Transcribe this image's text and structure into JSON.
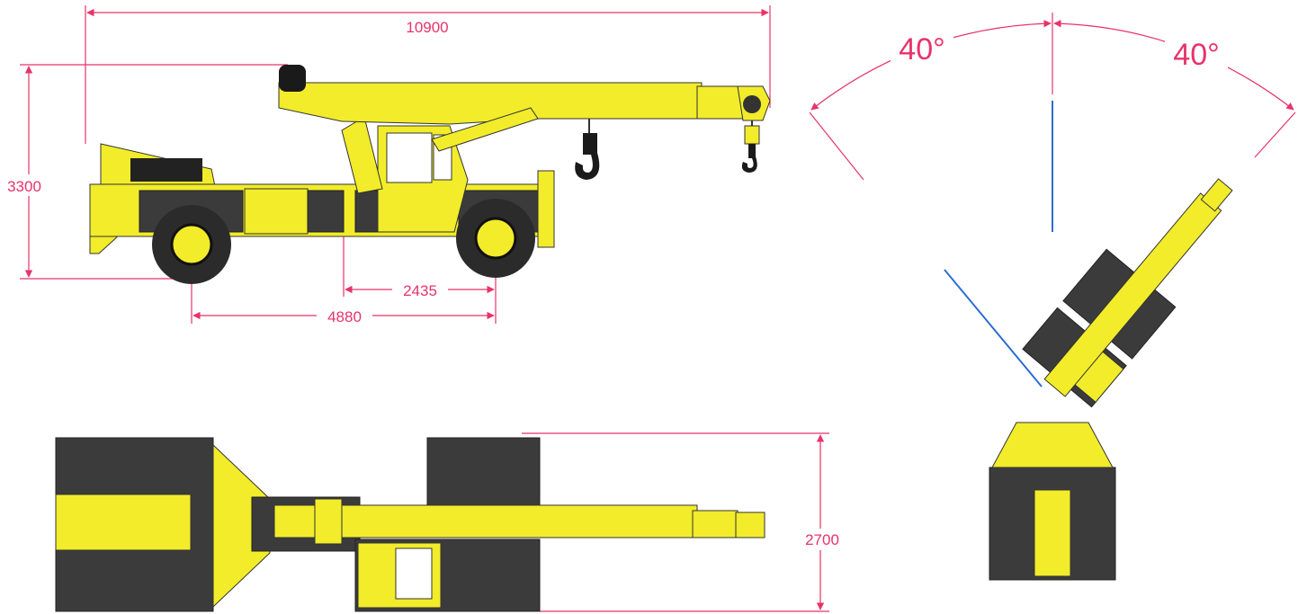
{
  "dimensions": {
    "overall_length": "10900",
    "overall_height": "3300",
    "wheel_offset": "2435",
    "wheelbase": "4880",
    "overall_width": "2700"
  },
  "slew_angles": {
    "left": "40°",
    "right": "40°"
  },
  "colors": {
    "dimension": "#e8336a",
    "body_yellow": "#f2ec2a",
    "body_grey": "#3b3b3b",
    "centerline": "#2a6fd0"
  }
}
